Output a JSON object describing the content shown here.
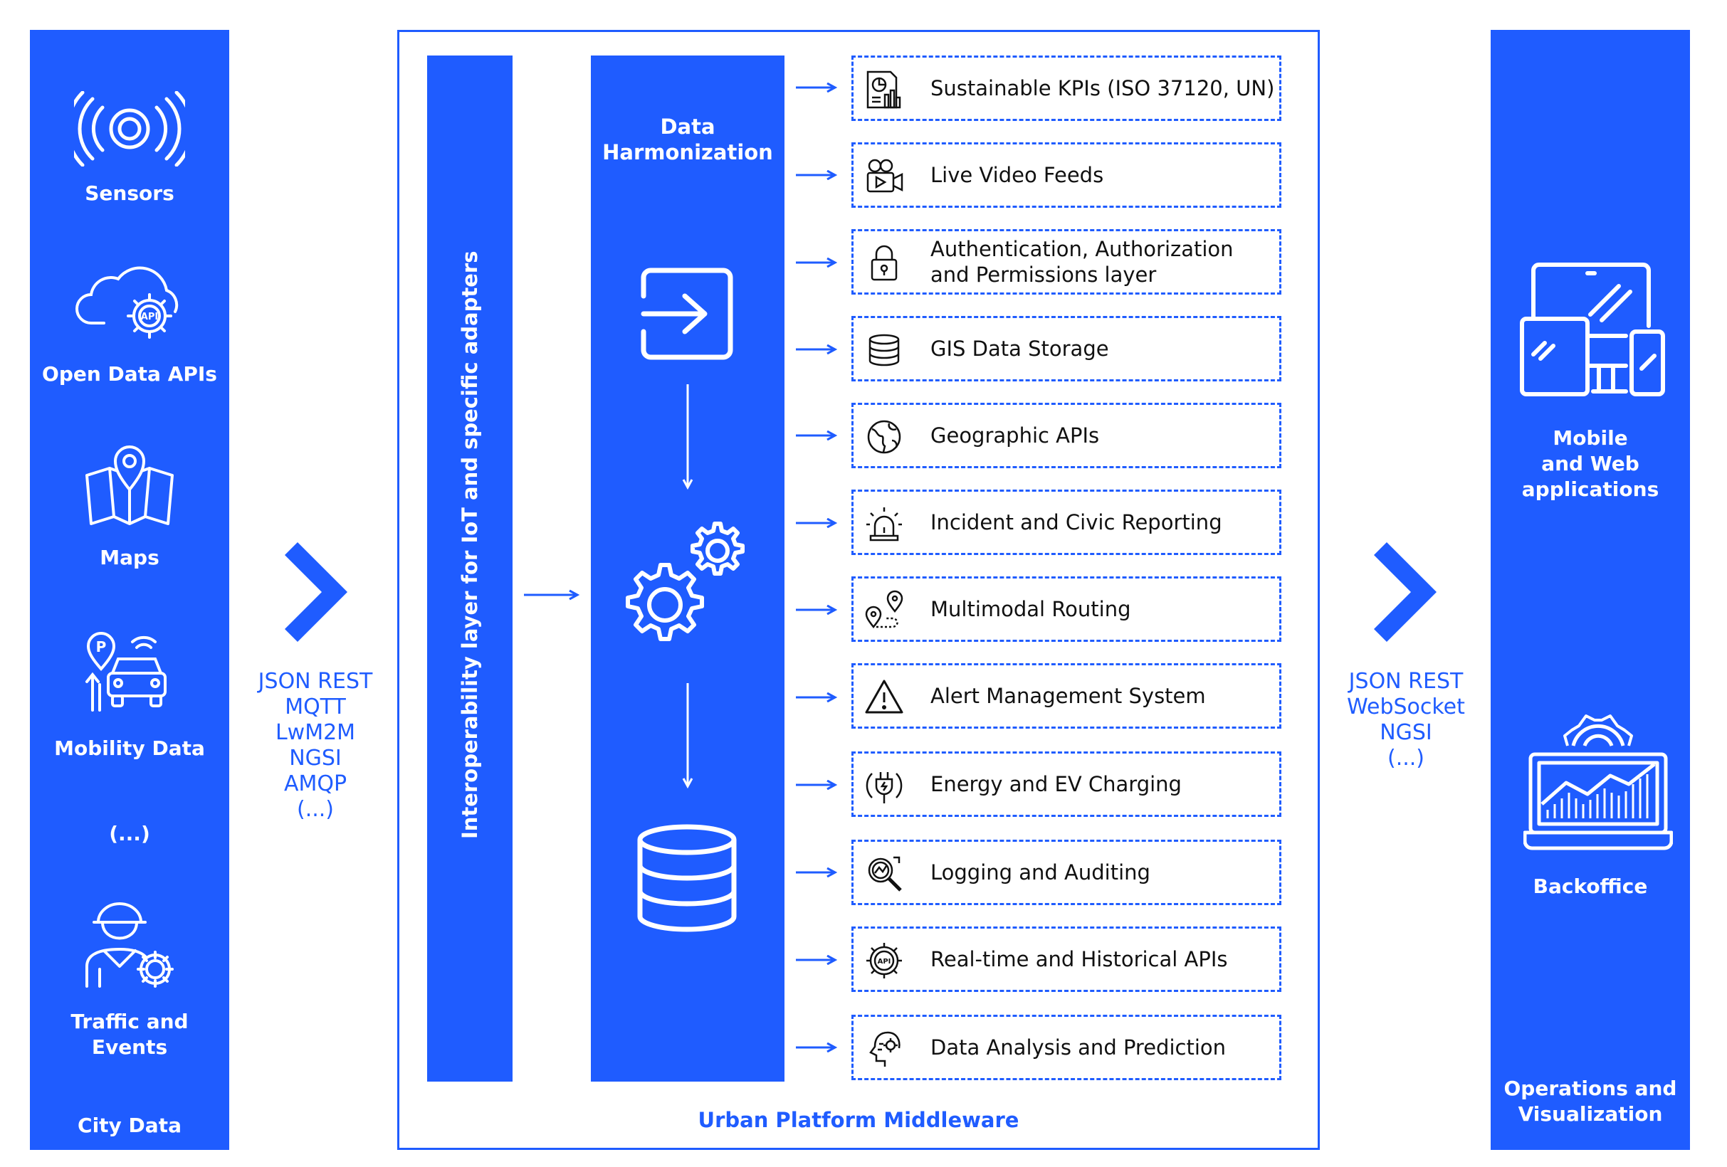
{
  "left_panel": {
    "items": [
      {
        "label": "Sensors",
        "icon": "sensor-signal-icon"
      },
      {
        "label": "Open Data APIs",
        "icon": "cloud-api-icon"
      },
      {
        "label": "Maps",
        "icon": "map-pin-icon"
      },
      {
        "label": "Mobility Data",
        "icon": "car-parking-icon"
      },
      {
        "label": "(...)",
        "icon": ""
      },
      {
        "label": "Traffic and Events",
        "icon": "worker-gear-icon"
      }
    ],
    "footer": "City Data"
  },
  "left_protocols": [
    "JSON REST",
    "MQTT",
    "LwM2M",
    "NGSI",
    "AMQP",
    "(...)"
  ],
  "middleware": {
    "title": "Urban Platform Middleware",
    "interop_label": "Interoperability layer for IoT and specific adapters",
    "harmonization_label": "Data\nHarmonization",
    "services": [
      {
        "label": "Sustainable KPIs (ISO 37120, UN)",
        "icon": "kpi-report-icon"
      },
      {
        "label": "Live Video Feeds",
        "icon": "video-camera-icon"
      },
      {
        "label": "Authentication, Authorization\nand Permissions layer",
        "icon": "lock-icon"
      },
      {
        "label": "GIS Data Storage",
        "icon": "database-icon"
      },
      {
        "label": "Geographic APIs",
        "icon": "globe-icon"
      },
      {
        "label": "Incident and Civic Reporting",
        "icon": "siren-icon"
      },
      {
        "label": "Multimodal Routing",
        "icon": "route-pins-icon"
      },
      {
        "label": "Alert Management System",
        "icon": "warning-icon"
      },
      {
        "label": "Energy and EV Charging",
        "icon": "ev-plug-icon"
      },
      {
        "label": "Logging and Auditing",
        "icon": "magnifier-chart-icon"
      },
      {
        "label": "Real-time and Historical APIs",
        "icon": "api-gear-icon"
      },
      {
        "label": "Data Analysis and Prediction",
        "icon": "ai-head-icon"
      }
    ]
  },
  "right_protocols": [
    "JSON REST",
    "WebSocket",
    "NGSI",
    "(...)"
  ],
  "right_panel": {
    "items": [
      {
        "label": "Mobile\nand Web\napplications",
        "icon": "devices-icon"
      },
      {
        "label": "Backoffice",
        "icon": "dashboard-gear-icon"
      }
    ],
    "footer": "Operations and\nVisualization"
  },
  "colors": {
    "accent": "#1f5cff",
    "text": "#111111",
    "background": "#ffffff"
  }
}
